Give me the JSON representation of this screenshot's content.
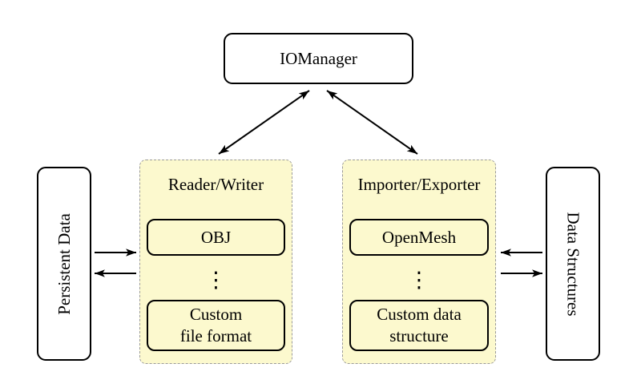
{
  "nodes": {
    "io_manager": "IOManager",
    "persistent_data": "Persistent Data",
    "data_structures": "Data Structures"
  },
  "reader_writer_panel": {
    "title": "Reader/Writer",
    "top_box": "OBJ",
    "ellipsis": "⋮",
    "bottom_box": "Custom\nfile format"
  },
  "importer_exporter_panel": {
    "title": "Importer/Exporter",
    "top_box": "OpenMesh",
    "ellipsis": "⋮",
    "bottom_box": "Custom data\nstructure"
  },
  "colors": {
    "panel_fill": "#FCF9CE",
    "panel_dash_border": "#9B9B9B",
    "node_border": "#000000",
    "arrow": "#000000",
    "canvas_background": "#FFFFFF"
  }
}
